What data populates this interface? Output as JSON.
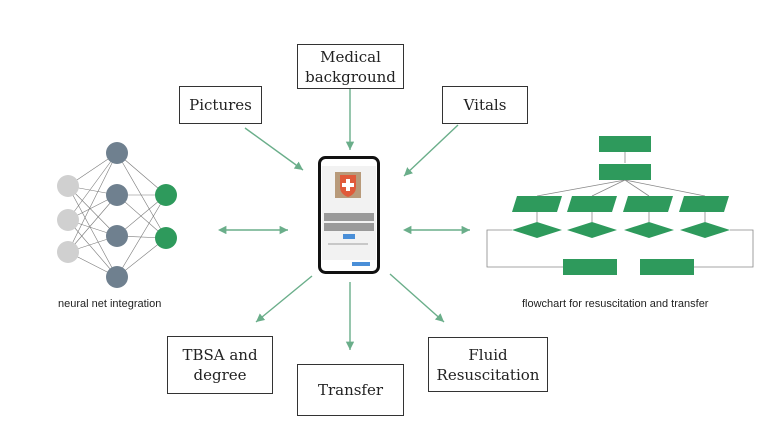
{
  "nodes": {
    "medical_background": "Medical\nbackground",
    "pictures": "Pictures",
    "vitals": "Vitals",
    "tbsa": "TBSA and\ndegree",
    "transfer": "Transfer",
    "fluid": "Fluid\nResuscitation"
  },
  "captions": {
    "neural_net": "neural net integration",
    "flowchart": "flowchart for resuscitation and transfer"
  },
  "colors": {
    "arrow": "#6aae8a",
    "node_gray": "#d0d0d0",
    "node_slate": "#6f808f",
    "node_green": "#2e9a5c",
    "flow_green": "#2e9a5c",
    "logo_red": "#e05a3a"
  }
}
